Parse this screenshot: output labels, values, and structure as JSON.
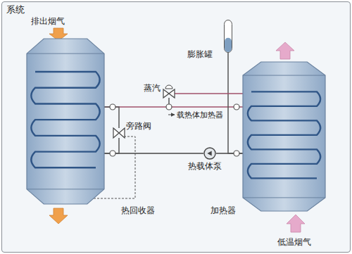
{
  "diagram": {
    "title": "系统",
    "nodes": [
      {
        "text": [
          "热回收器"
        ]
      },
      {
        "text": [
          "加热器"
        ]
      },
      {
        "text": [
          "膨胀罐"
        ]
      },
      {
        "text": [
          "热载体泵"
        ]
      },
      {
        "text": [
          "旁路阀"
        ]
      }
    ],
    "edges": [
      {
        "from": 0,
        "to": 1,
        "arrow": "none"
      },
      {
        "from": 1,
        "to": 3,
        "arrow": "none"
      },
      {
        "from": 3,
        "to": 0,
        "arrow": "none"
      },
      {
        "from": 0,
        "to": 4,
        "arrow": "none"
      },
      {
        "from": 4,
        "to": 0,
        "arrow": "none"
      },
      {
        "from": 2,
        "to": 1,
        "arrow": "none"
      }
    ],
    "labels": [
      "排出烟气",
      "蒸汽",
      "载热体加热器",
      "低温烟气"
    ]
  }
}
